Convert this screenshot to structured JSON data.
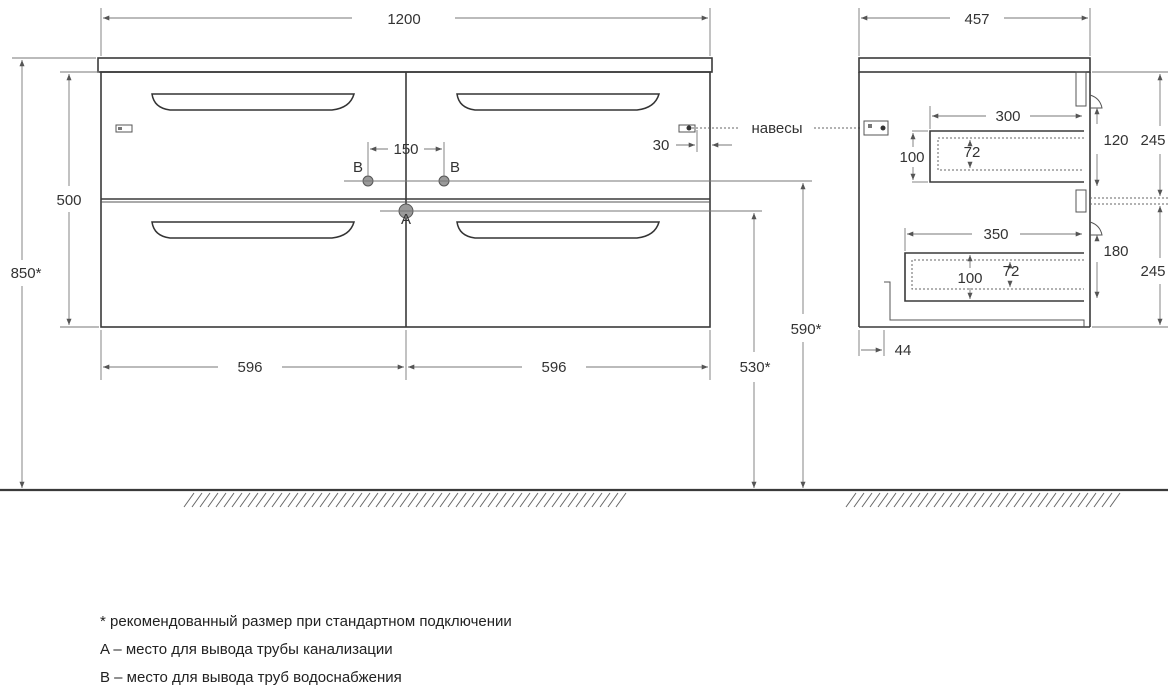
{
  "dimensions": {
    "total_width": "1200",
    "depth": "457",
    "total_height": "850*",
    "cabinet_height": "500",
    "drawer_width_left": "596",
    "drawer_width_right": "596",
    "pipe_spacing": "150",
    "hanger_offset": "30",
    "hanger_label": "навесы",
    "sewer_height": "530*",
    "water_height": "590*",
    "upper_drawer_depth": "300",
    "lower_drawer_depth": "350",
    "upper_drawer_height": "100",
    "upper_drawer_inner": "72",
    "upper_front_height": "120",
    "lower_drawer_height": "100",
    "lower_drawer_inner": "72",
    "lower_front_height": "180",
    "front_height_top": "245",
    "front_height_bottom": "245",
    "side_offset": "44"
  },
  "labels": {
    "point_a": "A",
    "point_b_left": "B",
    "point_b_right": "B"
  },
  "notes": [
    "* рекомендованный размер при стандартном подключении",
    "A – место для вывода трубы канализации",
    "B – место для вывода труб водоснабжения"
  ]
}
